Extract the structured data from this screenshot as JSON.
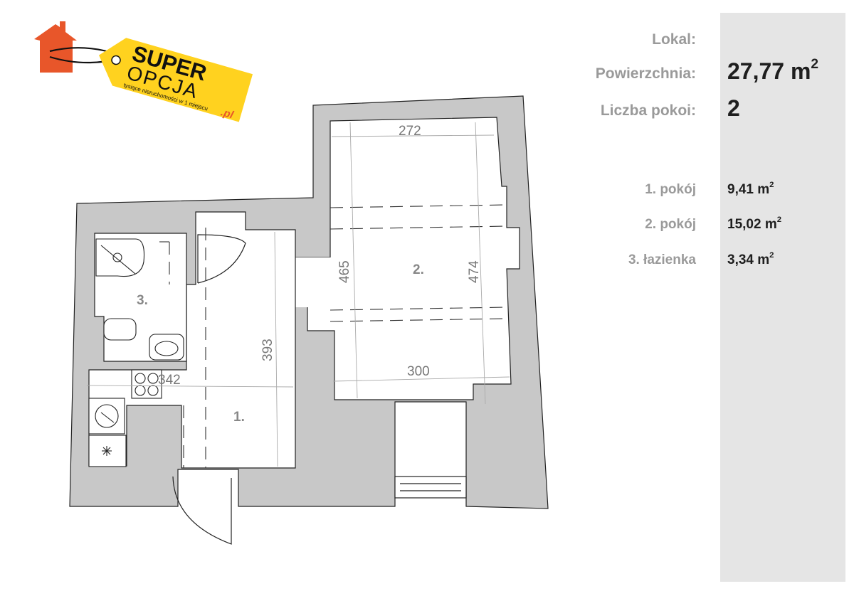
{
  "logo": {
    "line1": "SUPER",
    "line2": "OPCJA",
    "tagline": "tysiące nieruchomości w 1 miejscu",
    "suffix": ".pl",
    "house_color": "#e8562a",
    "tag_color": "#ffd21f"
  },
  "summary": {
    "lokal_label": "Lokal:",
    "lokal_value": "",
    "area_label": "Powierzchnia:",
    "area_value": "27,77 m",
    "area_exp": "2",
    "rooms_label": "Liczba pokoi:",
    "rooms_value": "2"
  },
  "rooms": [
    {
      "label": "1. pokój",
      "value": "9,41 m",
      "exp": "2"
    },
    {
      "label": "2. pokój",
      "value": "15,02 m",
      "exp": "2"
    },
    {
      "label": "3. łazienka",
      "value": "3,34 m",
      "exp": "2"
    }
  ],
  "plan": {
    "room_numbers": [
      "1.",
      "2.",
      "3."
    ],
    "dimensions": [
      "272",
      "465",
      "474",
      "300",
      "393",
      "342"
    ],
    "wall_color": "#c8c8c8"
  }
}
